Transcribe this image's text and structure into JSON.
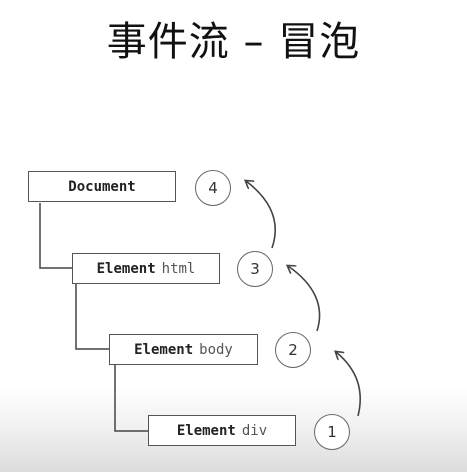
{
  "title": "事件流 – 冒泡",
  "nodes": [
    {
      "kind": "Document",
      "tag": "",
      "order": "4"
    },
    {
      "kind": "Element",
      "tag": "html",
      "order": "3"
    },
    {
      "kind": "Element",
      "tag": "body",
      "order": "2"
    },
    {
      "kind": "Element",
      "tag": "div",
      "order": "1"
    }
  ]
}
